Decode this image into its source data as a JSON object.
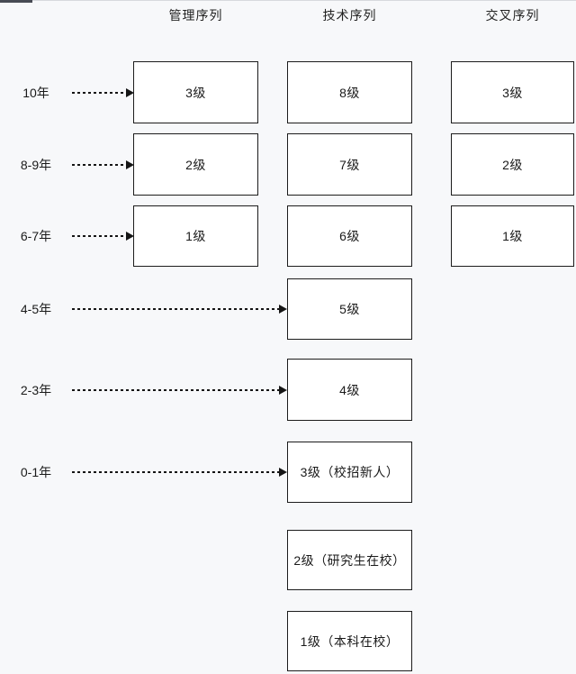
{
  "diagram": {
    "title": "career-level-ladder",
    "background_color": "#f7f8fa",
    "box_background": "#ffffff",
    "box_border_color": "#1c1c1c",
    "arrow_color": "#151515"
  },
  "columns": [
    {
      "id": "management",
      "label": "管理序列"
    },
    {
      "id": "technical",
      "label": "技术序列"
    },
    {
      "id": "cross",
      "label": "交叉序列"
    }
  ],
  "rows": [
    {
      "year": "10年",
      "arrow": "short",
      "management": "3级",
      "technical": "8级",
      "cross": "3级"
    },
    {
      "year": "8-9年",
      "arrow": "short",
      "management": "2级",
      "technical": "7级",
      "cross": "2级"
    },
    {
      "year": "6-7年",
      "arrow": "short",
      "management": "1级",
      "technical": "6级",
      "cross": "1级"
    },
    {
      "year": "4-5年",
      "arrow": "long",
      "technical": "5级"
    },
    {
      "year": "2-3年",
      "arrow": "long",
      "technical": "4级"
    },
    {
      "year": "0-1年",
      "arrow": "long",
      "technical": "3级（校招新人）"
    },
    {
      "technical": "2级（研究生在校）"
    },
    {
      "technical": "1级（本科在校）"
    }
  ]
}
